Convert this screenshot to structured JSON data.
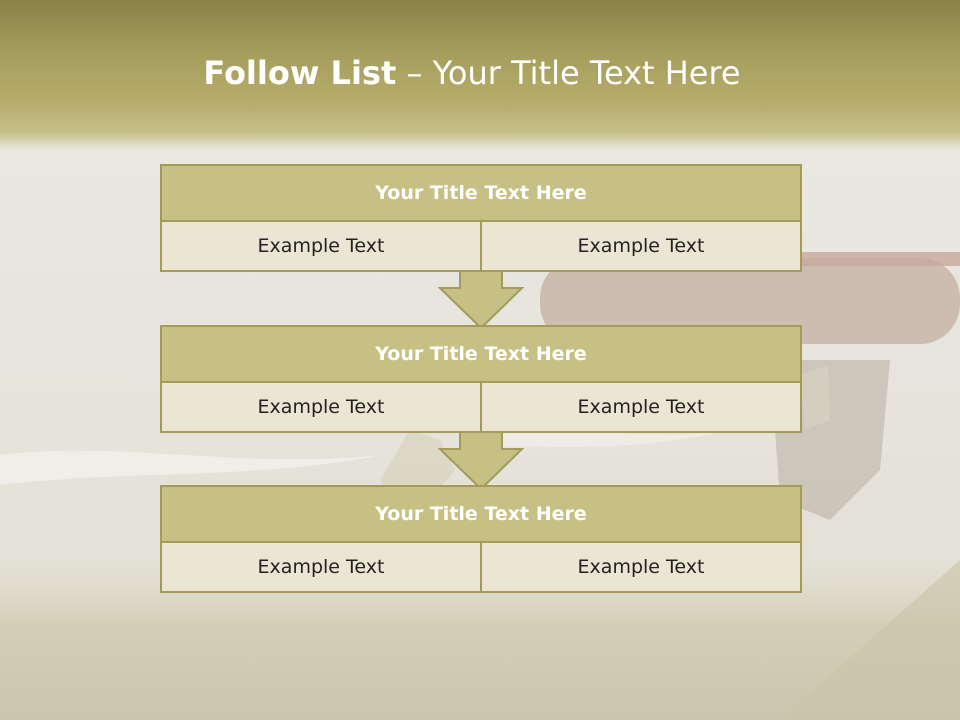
{
  "slide": {
    "title_bold": "Follow List",
    "title_rest": " – Your Title Text Here"
  },
  "steps": [
    {
      "title": "Your Title Text Here",
      "left": "Example Text",
      "right": "Example Text"
    },
    {
      "title": "Your Title Text Here",
      "left": "Example Text",
      "right": "Example Text"
    },
    {
      "title": "Your Title Text Here",
      "left": "Example Text",
      "right": "Example Text"
    }
  ],
  "colors": {
    "header": "#a59d5c",
    "box_title_fill": "#c7c084",
    "box_cell_fill": "#ebe6d3",
    "border": "#a39b57",
    "title_text": "#ffffff"
  }
}
